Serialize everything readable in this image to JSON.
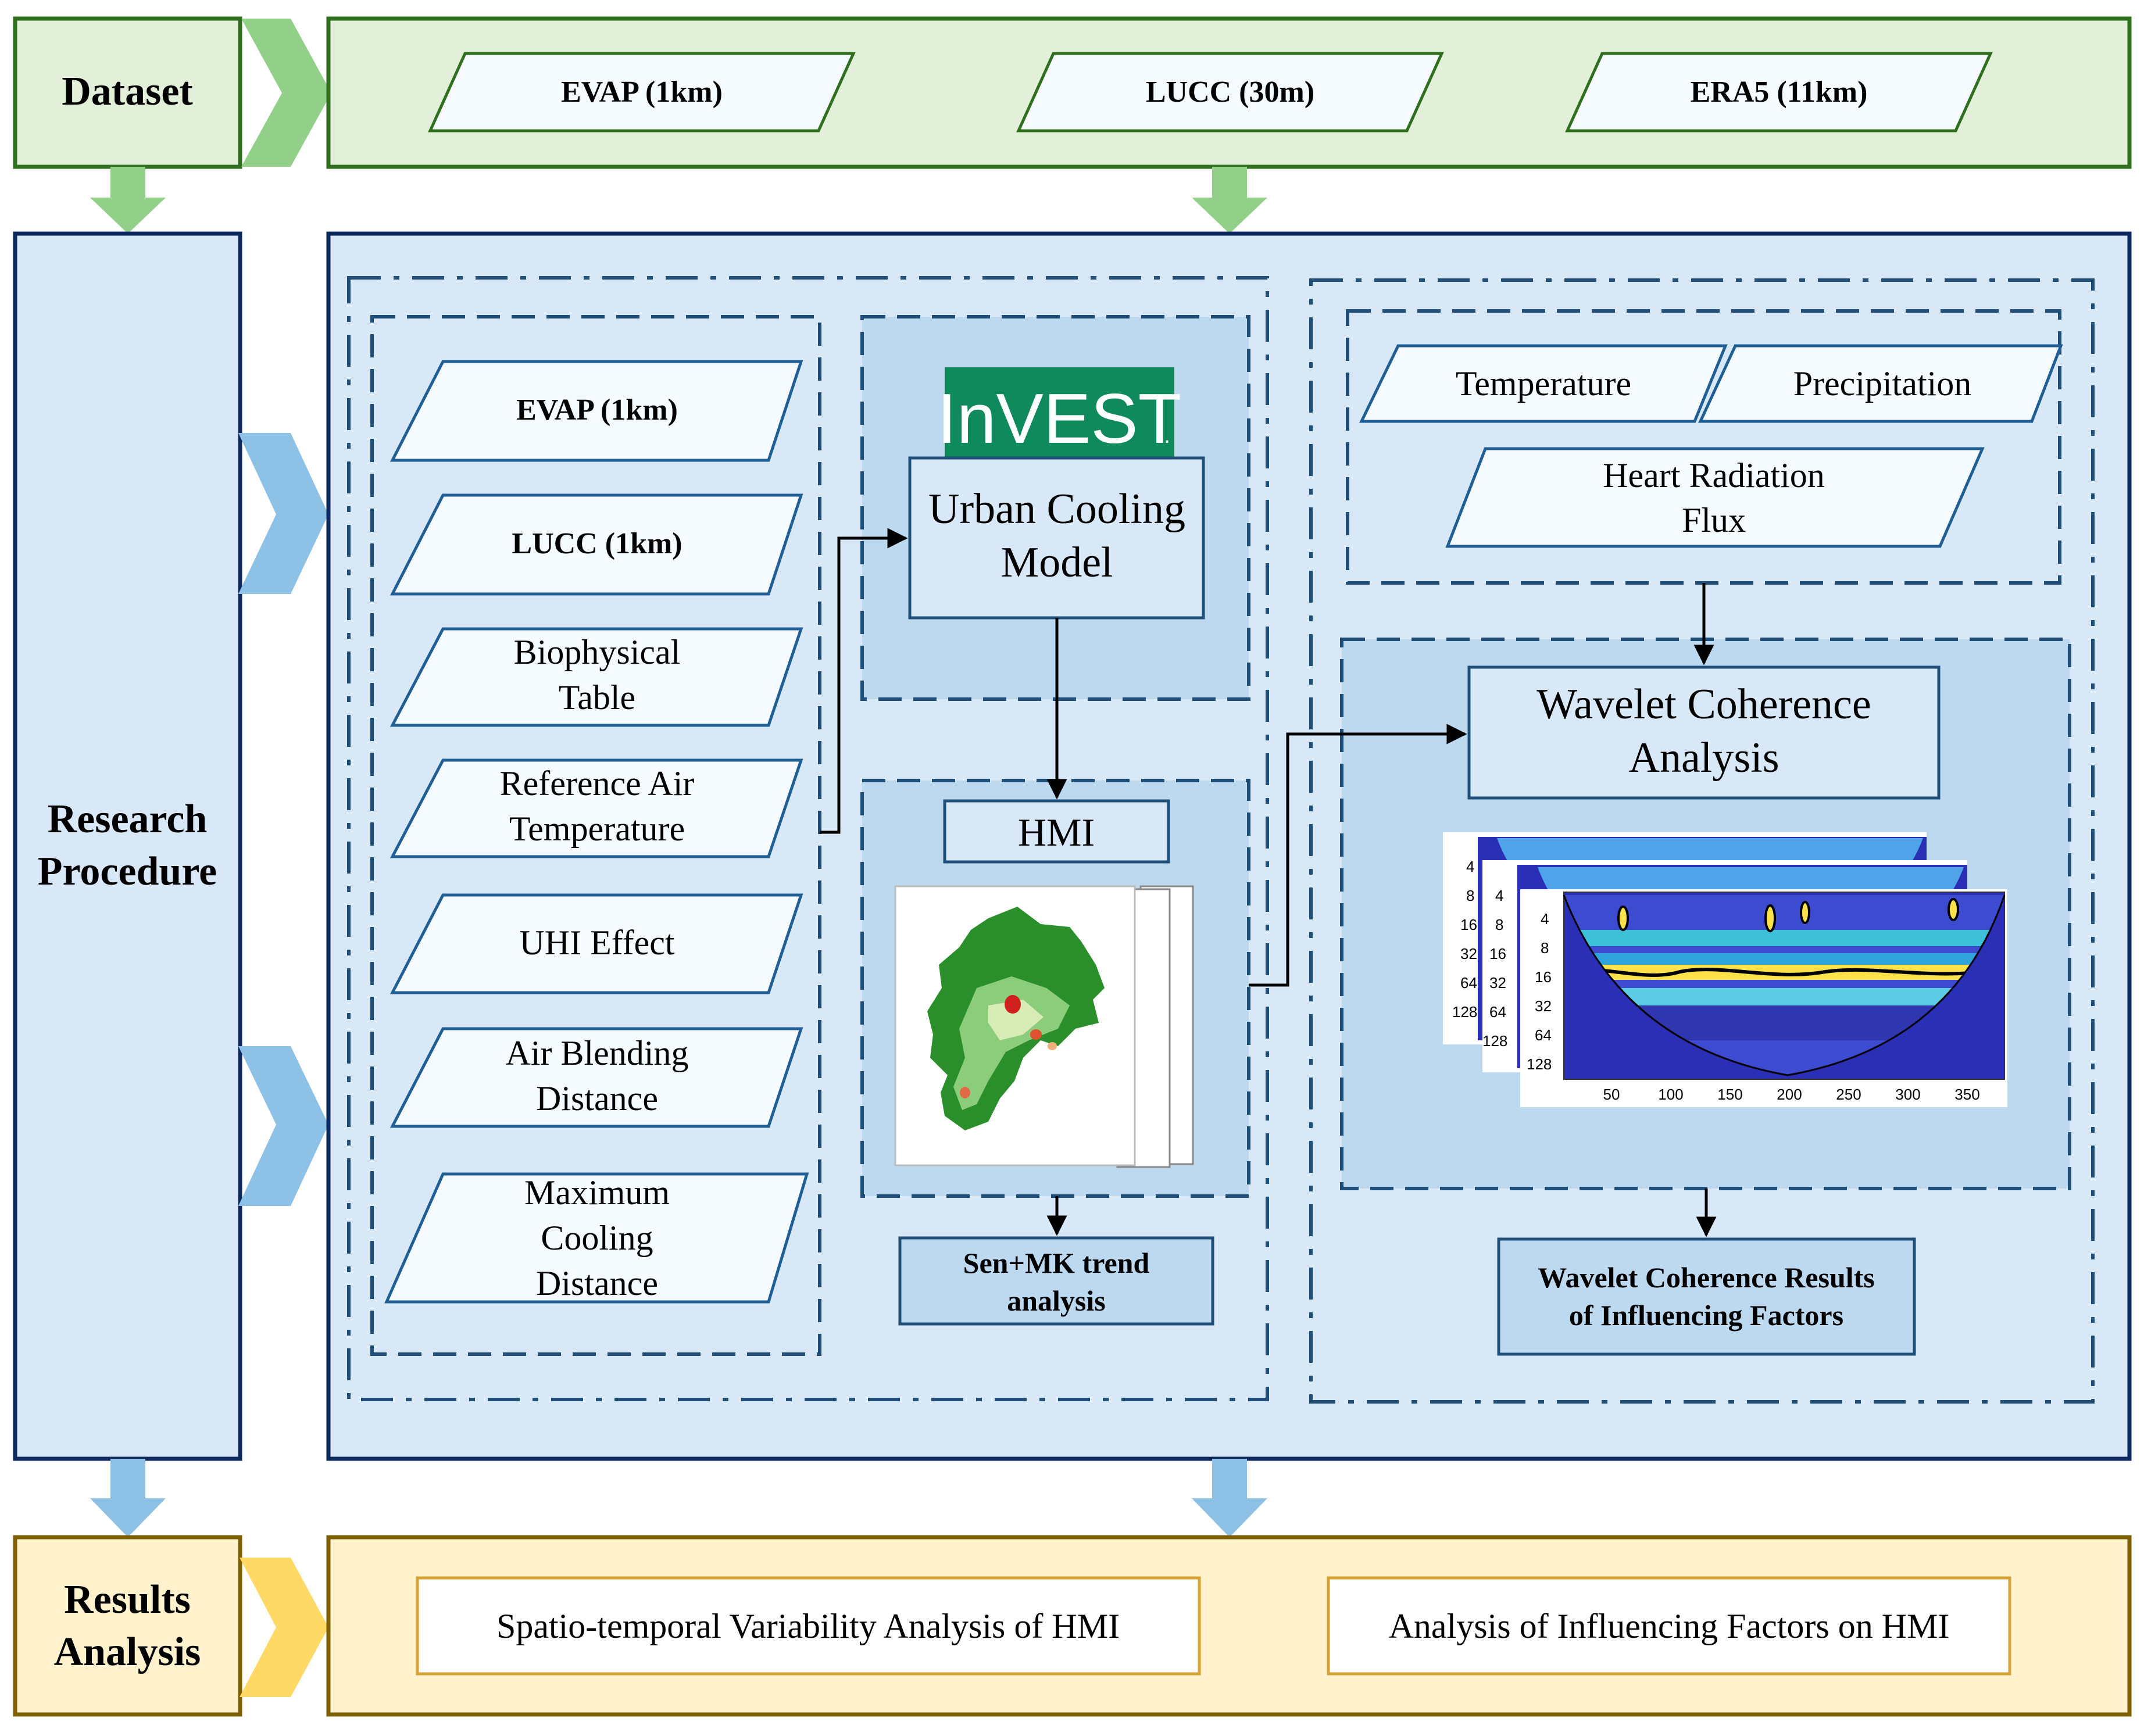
{
  "colors": {
    "dataset_fill": "#e2f0d9",
    "dataset_stroke": "#2f6f1e",
    "green_arrow": "#92d08a",
    "procedure_fill": "#d9e8f6",
    "procedure_stroke": "#0d2a60",
    "inner_box_fill": "#bcd9ef",
    "dash_stroke": "#1f4e79",
    "para_fill": "#f4faff",
    "para_stroke": "#1f5f96",
    "blue_arrow": "#8ec1e6",
    "results_fill": "#fff2cc",
    "results_stroke": "#7f6000",
    "yellow_arrow": "#ffd966",
    "results_item_stroke": "#d6a234",
    "invest_green": "#0e8a5d",
    "wavelet_bg": "#2b2fb5",
    "wavelet_band": "#ffe24a"
  },
  "rows": {
    "dataset": "Dataset",
    "procedure_line1": "Research",
    "procedure_line2": "Procedure",
    "results_line1": "Results",
    "results_line2": "Analysis"
  },
  "datasets": [
    "EVAP (1km)",
    "LUCC (30m)",
    "ERA5 (11km)"
  ],
  "inputs": {
    "evap": "EVAP (1km)",
    "lucc": "LUCC (1km)",
    "bio1": "Biophysical",
    "bio2": "Table",
    "ref1": "Reference Air",
    "ref2": "Temperature",
    "uhi": "UHI Effect",
    "air1": "Air Blending",
    "air2": "Distance",
    "max1": "Maximum",
    "max2": "Cooling",
    "max3": "Distance"
  },
  "model": {
    "logo": "InVEST",
    "logo_mark": ".",
    "ucm1": "Urban Cooling",
    "ucm2": "Model",
    "hmi": "HMI",
    "sen1": "Sen+MK trend",
    "sen2": "analysis"
  },
  "factors": {
    "temp": "Temperature",
    "precip": "Precipitation",
    "heat1": "Heart Radiation",
    "heat2": "Flux",
    "wca1": "Wavelet Coherence",
    "wca2": "Analysis",
    "res1": "Wavelet Coherence Results",
    "res2": "of Influencing Factors"
  },
  "wavelet_axes": {
    "y_ticks": [
      "4",
      "8",
      "16",
      "32",
      "64",
      "128"
    ],
    "x_ticks": [
      "50",
      "100",
      "150",
      "200",
      "250",
      "300",
      "350"
    ]
  },
  "results": {
    "item1": "Spatio-temporal Variability Analysis of HMI",
    "item2": "Analysis of Influencing Factors on HMI"
  }
}
